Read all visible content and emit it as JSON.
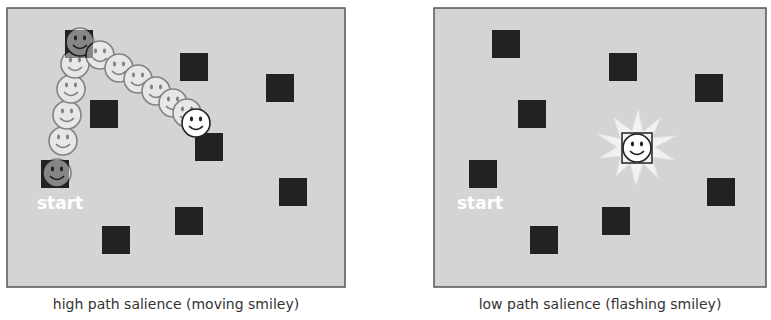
{
  "diagram": {
    "labels": [
      "start",
      "start",
      "high path salience (moving smiley)",
      "low path salience (flashing smiley)"
    ]
  }
}
